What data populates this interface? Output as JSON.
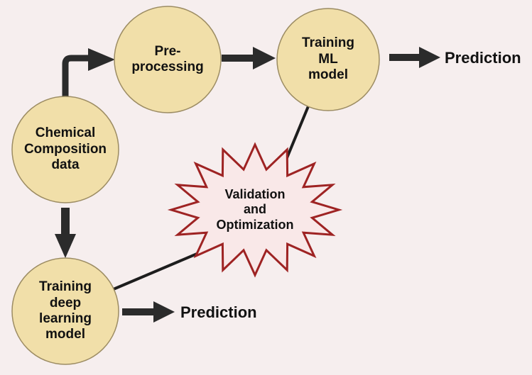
{
  "colors": {
    "background": "#f6eeee",
    "node_fill": "#f1dfa9",
    "node_stroke": "#9c8c63",
    "star_fill": "#f9e8e8",
    "star_stroke": "#9e2323",
    "arrow": "#2b2b2b",
    "text": "#111111"
  },
  "nodes": {
    "chemical": "Chemical\nComposition\ndata",
    "preprocessing": "Pre-\nprocessing",
    "training_ml": "Training\nML\nmodel",
    "training_dl": "Training\ndeep\nlearning\nmodel",
    "validation": "Validation\nand\nOptimization"
  },
  "outputs": {
    "ml_prediction": "Prediction",
    "dl_prediction": "Prediction"
  }
}
